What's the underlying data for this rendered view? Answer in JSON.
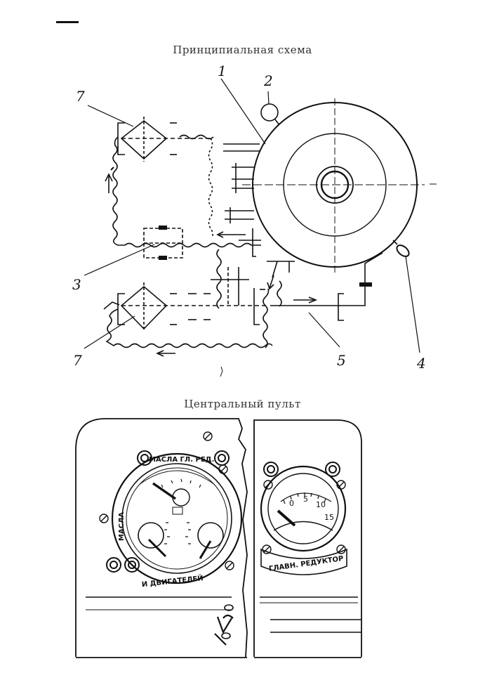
{
  "captions": {
    "top": "Принципиальная схема",
    "bottom": "Центральный пульт"
  },
  "callouts": {
    "c1": "1",
    "c2": "2",
    "c3": "3",
    "c4": "4",
    "c5": "5",
    "c7a": "7",
    "c7b": "7"
  },
  "left_gauge": {
    "top_arc": "МАСЛА ГЛ. РЕД.",
    "left_arc": "МАСЛА",
    "bottom_arc": "И ДВИГАТЕЛЕЙ"
  },
  "right_gauge": {
    "ticks": [
      "0",
      "5",
      "10",
      "15"
    ],
    "bottom_label": "ГЛАВН. РЕДУКТОР"
  }
}
